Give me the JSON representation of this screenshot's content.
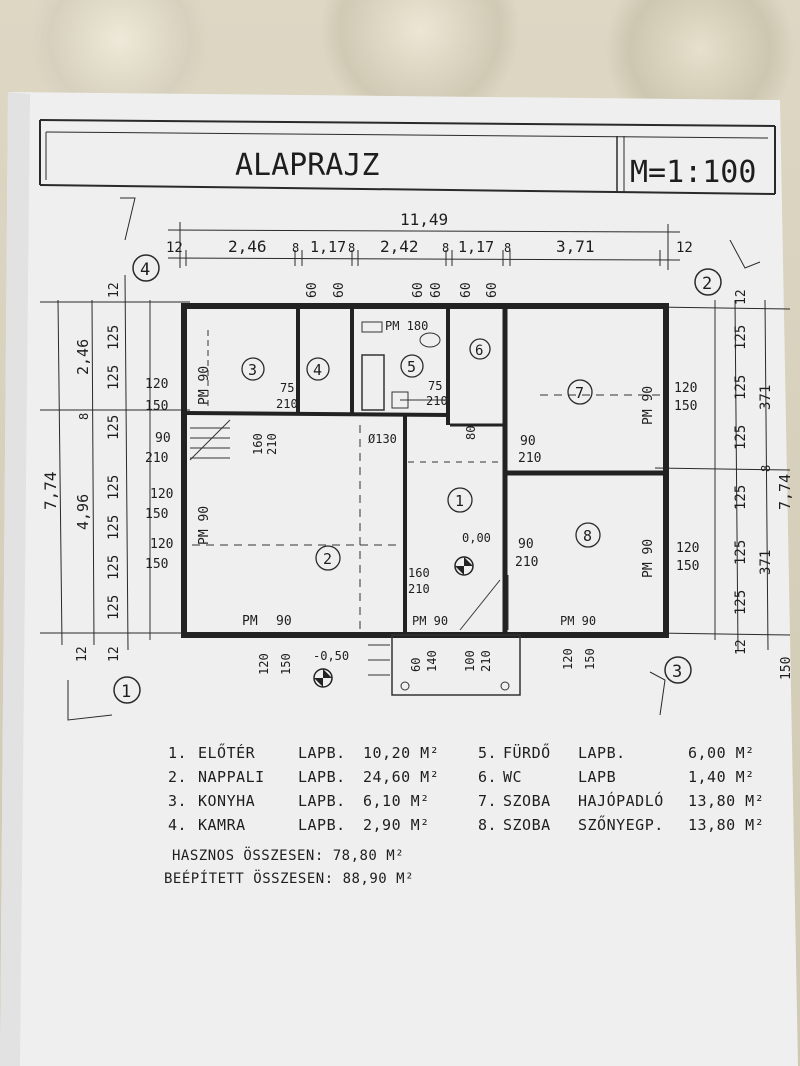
{
  "title": "ALAPRAJZ",
  "scale": "M=1:100",
  "dims": {
    "total_width": "11,49",
    "top": [
      "12",
      "2,46",
      "8",
      "1,17",
      "8",
      "2,42",
      "8",
      "1,17",
      "8",
      "3,71",
      "12"
    ],
    "left_total": "7,74",
    "left_parts": [
      "2,46",
      "8",
      "4,96"
    ],
    "left_col": [
      "12",
      "125",
      "125",
      "125",
      "125",
      "125",
      "125",
      "125",
      "12"
    ],
    "right_total": "7,74",
    "right_parts": [
      "371",
      "8",
      "371"
    ],
    "right_col": [
      "12",
      "125",
      "125",
      "125",
      "125",
      "125",
      "125",
      "12"
    ],
    "right_extra": "150"
  },
  "section_marks": [
    "1",
    "2",
    "3",
    "4"
  ],
  "room_numbers": [
    "1",
    "2",
    "3",
    "4",
    "5",
    "6",
    "7",
    "8"
  ],
  "openings": {
    "a": "60",
    "b": "PM 180",
    "c": "120",
    "d": "150",
    "e": "90",
    "f": "210",
    "g": "75",
    "h": "160",
    "i": "Ø130",
    "j": "PM 90",
    "k": "100",
    "l": "140",
    "m": "0,00",
    "n": "-0,50",
    "o": "PM",
    "p": "80"
  },
  "legend": [
    {
      "no": "1.",
      "name": "ELŐTÉR",
      "floor": "LAPB.",
      "area": "10,20 M²"
    },
    {
      "no": "2.",
      "name": "NAPPALI",
      "floor": "LAPB.",
      "area": "24,60 M²"
    },
    {
      "no": "3.",
      "name": "KONYHA",
      "floor": "LAPB.",
      "area": "6,10 M²"
    },
    {
      "no": "4.",
      "name": "KAMRA",
      "floor": "LAPB.",
      "area": "2,90 M²"
    },
    {
      "no": "5.",
      "name": "FÜRDŐ",
      "floor": "LAPB.",
      "area": "6,00 M²"
    },
    {
      "no": "6.",
      "name": "WC",
      "floor": "LAPB",
      "area": "1,40 M²"
    },
    {
      "no": "7.",
      "name": "SZOBA",
      "floor": "HAJÓPADLÓ",
      "area": "13,80 M²"
    },
    {
      "no": "8.",
      "name": "SZOBA",
      "floor": "SZŐNYEGP.",
      "area": "13,80 M²"
    }
  ],
  "totals": {
    "useful": "HASZNOS ÖSSZESEN: 78,80 M²",
    "built": "BEÉPÍTETT ÖSSZESEN: 88,90 M²"
  }
}
